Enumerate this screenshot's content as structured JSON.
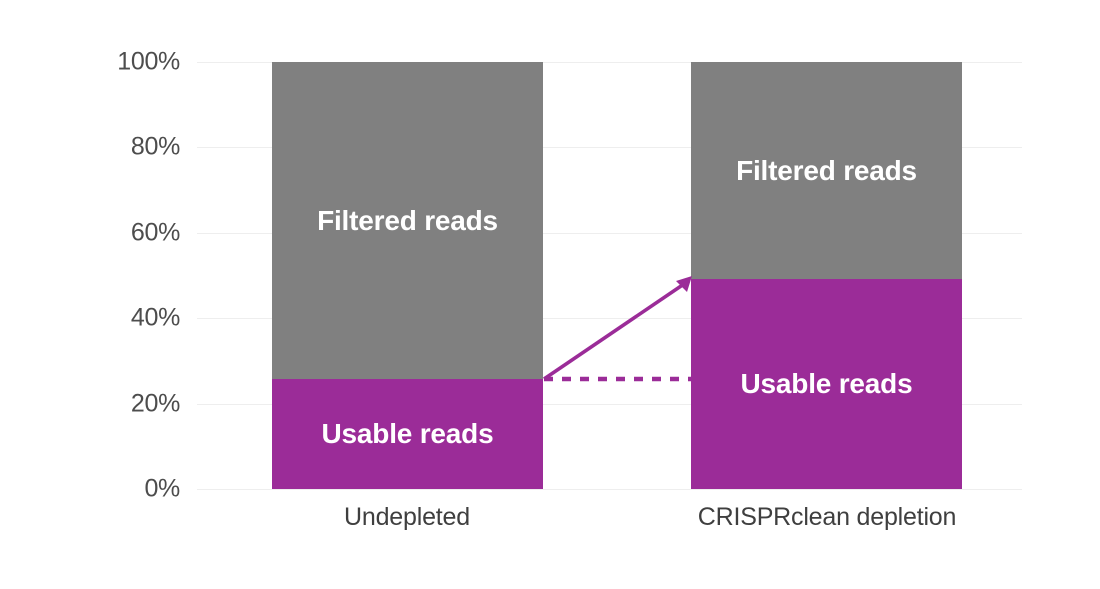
{
  "chart_data": {
    "type": "bar",
    "subtype": "stacked-bar-100-percent",
    "title": "",
    "subtitle": "",
    "xlabel": "",
    "ylabel": "",
    "categories": [
      "Undepleted",
      "CRISPRclean depletion"
    ],
    "series": [
      {
        "name": "Usable reads",
        "values": [
          26,
          49
        ],
        "color": "#9b2c98"
      },
      {
        "name": "Filtered reads",
        "values": [
          74,
          51
        ],
        "color": "#808080"
      }
    ],
    "ylim": [
      0,
      100
    ],
    "yticks": [
      0,
      20,
      40,
      60,
      80,
      100
    ],
    "ytick_labels": [
      "0%",
      "20%",
      "40%",
      "60%",
      "80%",
      "100%"
    ],
    "grid": true,
    "legend": "none",
    "in_bar_labels": {
      "top_segment": "Filtered reads",
      "bottom_segment": "Usable reads"
    },
    "annotations": [
      {
        "type": "dashed-guide-line",
        "style": "dashed",
        "color": "#9b2c98",
        "from_value": 26,
        "to_value": 26,
        "description": "Horizontal dashed reference line at the Undepleted usable-reads level (26%) extending to the CRISPRclean bar"
      },
      {
        "type": "arrow",
        "style": "solid",
        "color": "#9b2c98",
        "from_value": 26,
        "to_value": 49,
        "description": "Solid arrow showing the increase in usable reads from 26% to 49% after CRISPRclean depletion"
      }
    ]
  },
  "axis": {
    "y_labels": [
      "100%",
      "80%",
      "60%",
      "40%",
      "20%",
      "0%"
    ],
    "x_labels": [
      "Undepleted",
      "CRISPRclean depletion"
    ]
  },
  "bars": [
    {
      "category": "Undepleted",
      "top_label": "Filtered reads",
      "top_value": 74,
      "bottom_label": "Usable reads",
      "bottom_value": 26
    },
    {
      "category": "CRISPRclean depletion",
      "top_label": "Filtered reads",
      "top_value": 51,
      "bottom_label": "Usable reads",
      "bottom_value": 49
    }
  ],
  "colors": {
    "usable_reads": "#9b2c98",
    "filtered_reads": "#808080",
    "gridline": "#eeeeee",
    "axis_text": "#4d4d4d",
    "background": "#ffffff"
  }
}
